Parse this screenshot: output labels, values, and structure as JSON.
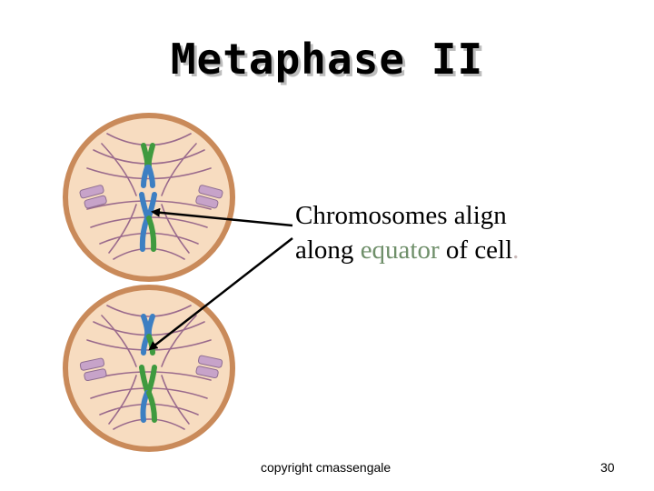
{
  "slide": {
    "title": "Metaphase II",
    "caption_line1": "Chromosomes align",
    "caption_line2_pre": "along ",
    "caption_line2_highlight": "equator",
    "caption_line2_post": " of cell",
    "caption_line2_end": ".",
    "copyright": "copyright cmassengale",
    "page_number": "30"
  },
  "colors": {
    "cell_membrane": "#c98a5a",
    "cytoplasm": "#f7dcc0",
    "spindle_fiber": "#9a6a8c",
    "centriole": "#c7a3c9",
    "chromosome_green": "#3f9a3f",
    "chromosome_blue": "#3d7fc2",
    "chromosome_purple": "#9a6fb0",
    "equator_text": "#6f8f6a"
  }
}
